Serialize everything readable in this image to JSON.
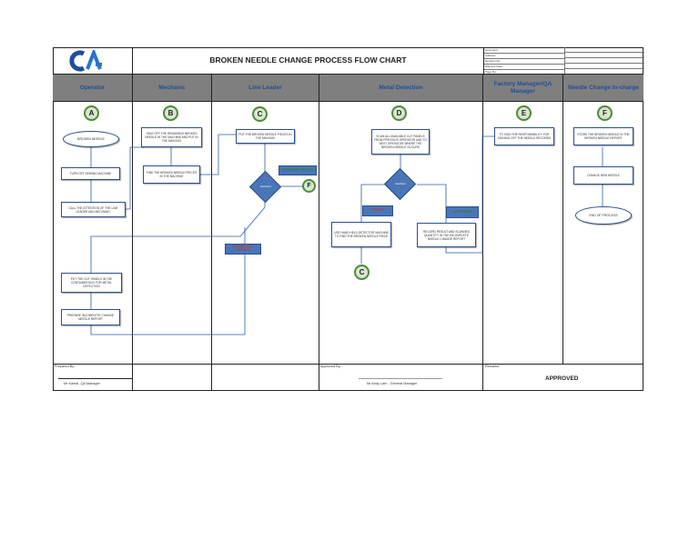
{
  "title": "BROKEN NEEDLE CHANGE PROCESS FLOW CHART",
  "logo_text": "CA",
  "meta_labels": [
    "Document:",
    "Address:",
    "Revision No:",
    "Effective Date:",
    "Page No:"
  ],
  "lanes": [
    {
      "name": "Operator",
      "letter": "A"
    },
    {
      "name": "Mechanic",
      "letter": "B"
    },
    {
      "name": "Line Leader",
      "letter": "C"
    },
    {
      "name": "Metal Detection",
      "letter": "D"
    },
    {
      "name": "Factory Manager/QA Manager",
      "letter": "E"
    },
    {
      "name": "Needle Change In-charge",
      "letter": "F"
    }
  ],
  "nodes": {
    "broken_needle": "BROKEN NEEDLE",
    "turn_off": "TURN OFF SEWING MACHINE",
    "call_attention": "CALL THE ATTENTION OF THE LINE LEADER AND MECHANIC",
    "put_cut_panels": "PUT THE CUT PANELS IN THE CONTAINER BOX FOR METAL DETECTION",
    "prepare_report": "PREPARE INCOMPLETE CHANGE NEEDLE REPORT",
    "take_off": "TAKE OFF THE REMAINING BROKEN NEEDLE IN THE MACHINE AND PUT IN THE MINI BOX",
    "find_pieces": "FIND THE BROKEN NEEDLE PIECES IN THE MACHINE",
    "put_pieces_minibox": "PUT THE BROKEN NEEDLE PIECES IN THE MINI BOX",
    "decision_c": "Decision",
    "complete_needle": "COMPLETE NEEDLE",
    "incomplete_needle": "INCOMPLETE NEEDLE",
    "connector_f": "F",
    "scan_all": "SCAN ALL AVAILABLE CUT PANELS FROM PREVIOUS OPERATOR AND TO NEXT OPERATOR WHERE THE BROKEN NEEDLE OCCURS",
    "decision_d": "Decision",
    "found": "FOUND",
    "not_found": "NOT FOUND",
    "use_handheld": "USE HAND HELD DETECTOR MACHINE TO FIND THE BROKEN NEEDLE PIECE",
    "connector_c": "C",
    "record_result": "RECORD RESULT AND SCANNED QUANTITY IN THE INCOMPLETE NEEDLE CHANGE REPORT",
    "to_sign": "TO SIGN THE RESPONSIBILITY FOR SIGNING OFF THE NEEDLE RECORDS",
    "store_report": "STORE THE BROKEN NEEDLE IN THE BROKEN NEEDLE REPORT",
    "change_new": "CHANGE NEW NEEDLE",
    "end_process": "END OF PROCESS"
  },
  "footer": {
    "prepared_label": "Prepared By:",
    "prepared_name": "Mr Kamal -QA Manager",
    "approved_label": "Approved By:",
    "approved_name": "Mr Andy Lam - General Manager",
    "remarks_label": "Remarks",
    "status": "APPROVED"
  },
  "colors": {
    "header_gray": "#7f7f7f",
    "lane_text": "#1f4e9a",
    "shape_blue": "#4a76b8",
    "circle_green": "#4e8a3a",
    "found_red": "#c0392b",
    "complete_green": "#2e7d32"
  }
}
